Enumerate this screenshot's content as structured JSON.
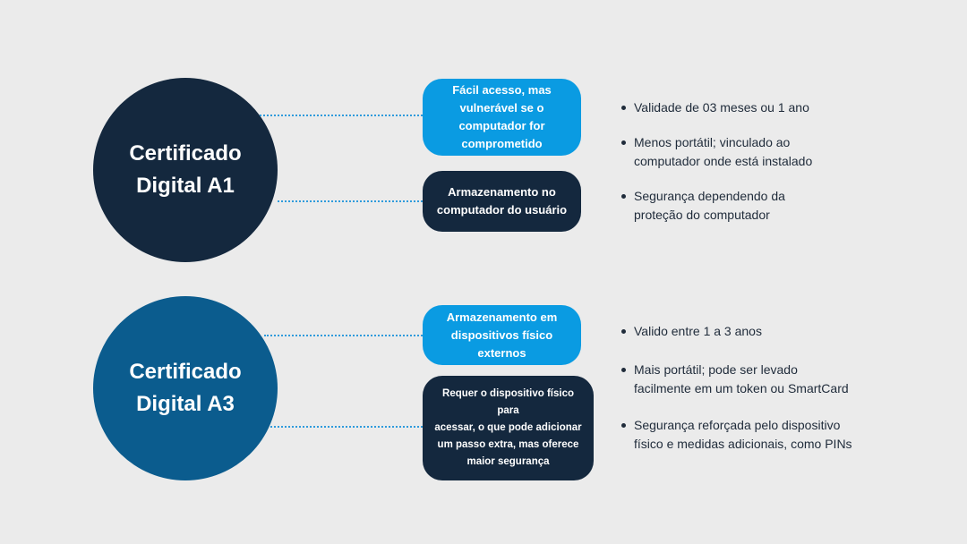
{
  "a1": {
    "title": "Certificado\nDigital A1",
    "boxes": [
      "Fácil acesso, mas\nvulnerável se o\ncomputador for\ncomprometido",
      "Armazenamento no\ncomputador do usuário"
    ],
    "bullets": [
      "Validade de 03 meses ou 1 ano",
      "Menos portátil; vinculado ao\ncomputador onde está instalado",
      "Segurança dependendo da\nproteção do computador"
    ]
  },
  "a3": {
    "title": "Certificado\nDigital A3",
    "boxes": [
      "Armazenamento em\ndispositivos físico\nexternos",
      "Requer o dispositivo físico para\nacessar, o que pode adicionar\num passo extra, mas oferece\nmaior segurança"
    ],
    "bullets": [
      "Valido entre 1 a 3 anos",
      " Mais portátil; pode ser levado\nfacilmente em um token ou SmartCard",
      " Segurança reforçada pelo dispositivo\nfísico e medidas adicionais, como PINs"
    ]
  },
  "colors": {
    "background": "#ebebeb",
    "navy": "#14283e",
    "blue": "#0b5c8e",
    "light_blue": "#0a9be2",
    "connector": "#2f9bdc"
  }
}
